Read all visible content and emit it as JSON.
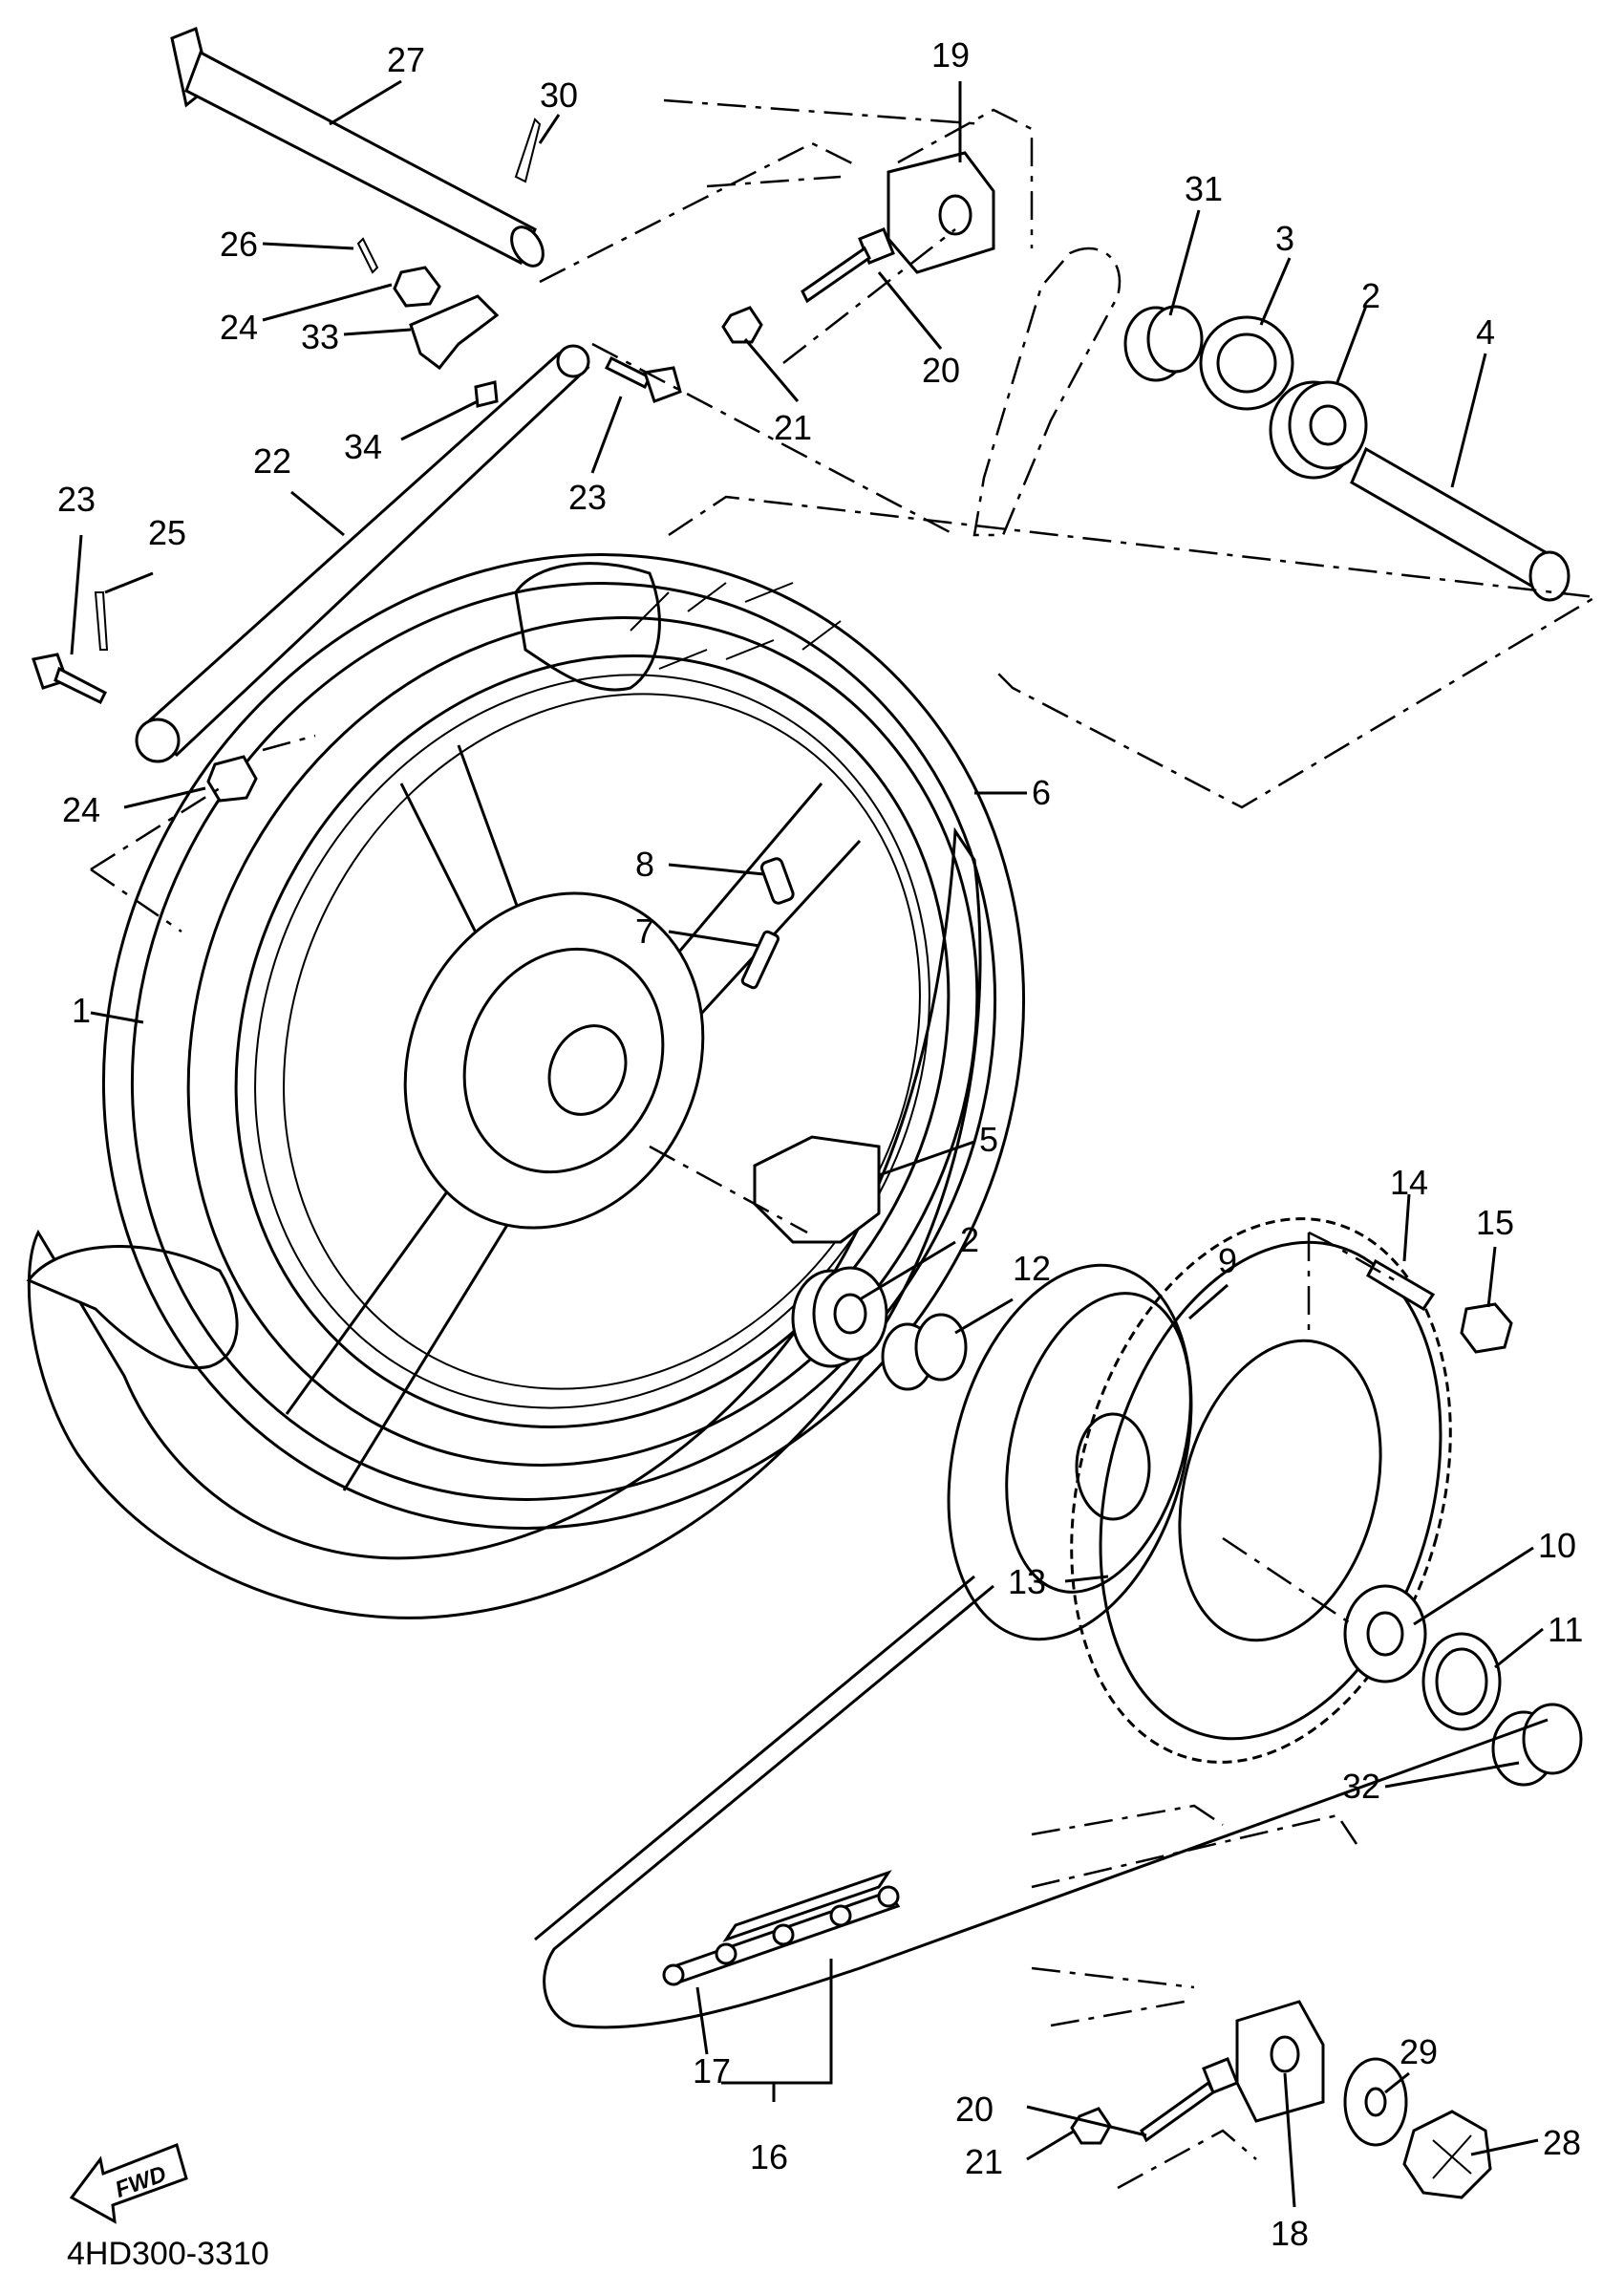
{
  "diagram": {
    "catalog_code": "4HD300-3310",
    "direction_label": "FWD",
    "callouts": [
      {
        "id": "c1",
        "text": "1"
      },
      {
        "id": "c2a",
        "text": "2"
      },
      {
        "id": "c2b",
        "text": "2"
      },
      {
        "id": "c3",
        "text": "3"
      },
      {
        "id": "c4",
        "text": "4"
      },
      {
        "id": "c5",
        "text": "5"
      },
      {
        "id": "c6",
        "text": "6"
      },
      {
        "id": "c7",
        "text": "7"
      },
      {
        "id": "c8",
        "text": "8"
      },
      {
        "id": "c9",
        "text": "9"
      },
      {
        "id": "c10",
        "text": "10"
      },
      {
        "id": "c11",
        "text": "11"
      },
      {
        "id": "c12",
        "text": "12"
      },
      {
        "id": "c13",
        "text": "13"
      },
      {
        "id": "c14",
        "text": "14"
      },
      {
        "id": "c15",
        "text": "15"
      },
      {
        "id": "c16",
        "text": "16"
      },
      {
        "id": "c17",
        "text": "17"
      },
      {
        "id": "c18",
        "text": "18"
      },
      {
        "id": "c19",
        "text": "19"
      },
      {
        "id": "c20a",
        "text": "20"
      },
      {
        "id": "c20b",
        "text": "20"
      },
      {
        "id": "c21a",
        "text": "21"
      },
      {
        "id": "c21b",
        "text": "21"
      },
      {
        "id": "c22",
        "text": "22"
      },
      {
        "id": "c23a",
        "text": "23"
      },
      {
        "id": "c23b",
        "text": "23"
      },
      {
        "id": "c24a",
        "text": "24"
      },
      {
        "id": "c24b",
        "text": "24"
      },
      {
        "id": "c25",
        "text": "25"
      },
      {
        "id": "c26",
        "text": "26"
      },
      {
        "id": "c27",
        "text": "27"
      },
      {
        "id": "c28",
        "text": "28"
      },
      {
        "id": "c29",
        "text": "29"
      },
      {
        "id": "c30",
        "text": "30"
      },
      {
        "id": "c31",
        "text": "31"
      },
      {
        "id": "c32",
        "text": "32"
      },
      {
        "id": "c33",
        "text": "33"
      },
      {
        "id": "c34",
        "text": "34"
      }
    ]
  }
}
